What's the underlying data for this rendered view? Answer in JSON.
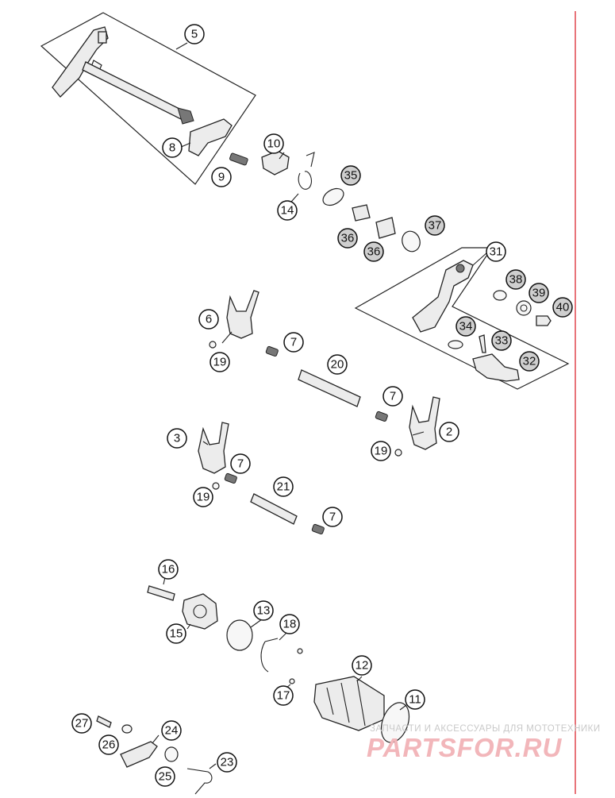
{
  "callouts": [
    {
      "n": "5",
      "filled": false
    },
    {
      "n": "8",
      "filled": false
    },
    {
      "n": "9",
      "filled": false
    },
    {
      "n": "10",
      "filled": false
    },
    {
      "n": "14",
      "filled": false
    },
    {
      "n": "35",
      "filled": true
    },
    {
      "n": "36",
      "filled": true
    },
    {
      "n": "36",
      "filled": true
    },
    {
      "n": "37",
      "filled": true
    },
    {
      "n": "31",
      "filled": false
    },
    {
      "n": "38",
      "filled": true
    },
    {
      "n": "39",
      "filled": true
    },
    {
      "n": "40",
      "filled": true
    },
    {
      "n": "34",
      "filled": true
    },
    {
      "n": "33",
      "filled": true
    },
    {
      "n": "32",
      "filled": true
    },
    {
      "n": "6",
      "filled": false
    },
    {
      "n": "7",
      "filled": false
    },
    {
      "n": "19",
      "filled": false
    },
    {
      "n": "20",
      "filled": false
    },
    {
      "n": "7",
      "filled": false
    },
    {
      "n": "2",
      "filled": false
    },
    {
      "n": "19",
      "filled": false
    },
    {
      "n": "3",
      "filled": false
    },
    {
      "n": "7",
      "filled": false
    },
    {
      "n": "19",
      "filled": false
    },
    {
      "n": "21",
      "filled": false
    },
    {
      "n": "7",
      "filled": false
    },
    {
      "n": "16",
      "filled": false
    },
    {
      "n": "15",
      "filled": false
    },
    {
      "n": "13",
      "filled": false
    },
    {
      "n": "18",
      "filled": false
    },
    {
      "n": "12",
      "filled": false
    },
    {
      "n": "17",
      "filled": false
    },
    {
      "n": "11",
      "filled": false
    },
    {
      "n": "27",
      "filled": false
    },
    {
      "n": "26",
      "filled": false
    },
    {
      "n": "24",
      "filled": false
    },
    {
      "n": "25",
      "filled": false
    },
    {
      "n": "23",
      "filled": false
    }
  ],
  "watermark": {
    "subtitle": "ЗАПЧАСТИ И АКСЕССУАРЫ ДЛЯ МОТОТЕХНИКИ",
    "brand": "PARTSFOR.RU"
  },
  "colors": {
    "accent_line": "#e0464e",
    "watermark_brand": "#f2b6ba"
  }
}
